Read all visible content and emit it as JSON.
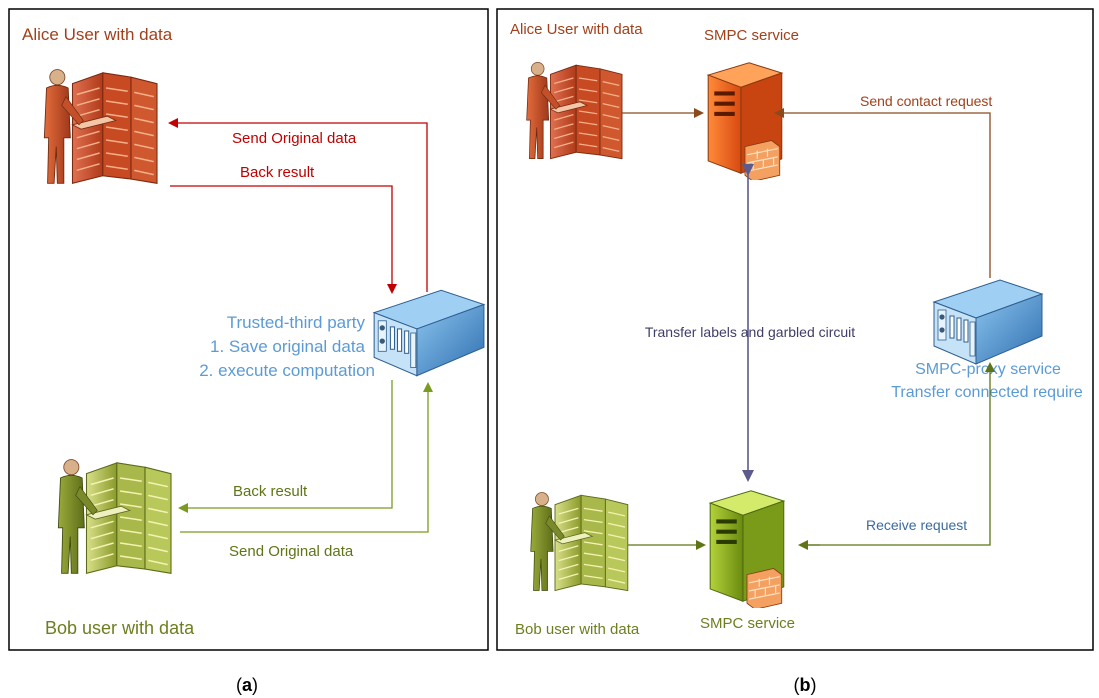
{
  "colors": {
    "alice": "#a1401a",
    "bob": "#6f7d1e",
    "ttp": "#5b9bd5",
    "red_arrow": "#c00000",
    "green_arrow": "#7a9a22",
    "brown_arrow": "#8a4a1c",
    "purple_arrow": "#5d5a8c",
    "blue_label": "#5b9bd5"
  },
  "panel_a": {
    "alice_title": "Alice User with data",
    "send_original_top": "Send Original data",
    "back_result_top": "Back result",
    "ttp_line1": "Trusted-third party",
    "ttp_line2": "1. Save original data",
    "ttp_line3": "2. execute computation",
    "back_result_bottom": "Back result",
    "send_original_bottom": "Send Original data",
    "bob_title": "Bob user with data",
    "caption": "(a)",
    "caption_letter": "a"
  },
  "panel_b": {
    "alice_title": "Alice User with data",
    "smpc_top": "SMPC service",
    "send_contact": "Send contact request",
    "transfer_labels": "Transfer labels and garbled circuit",
    "proxy_line1": "SMPC-proxy service",
    "proxy_line2": "Transfer connected require",
    "receive_request": "Receive request",
    "bob_title": "Bob user with data",
    "smpc_bottom": "SMPC service",
    "caption": "(b)",
    "caption_letter": "b"
  },
  "icons": {
    "alice_user_a": "user-at-server-rack-icon",
    "bob_user_a": "user-at-server-rack-icon",
    "ttp_server": "rack-server-icon",
    "alice_user_b": "user-at-server-rack-icon",
    "bob_user_b": "user-at-server-rack-icon",
    "smpc_top_server": "tower-server-firewall-icon",
    "smpc_bottom_server": "tower-server-firewall-icon",
    "proxy_server": "rack-server-icon"
  }
}
